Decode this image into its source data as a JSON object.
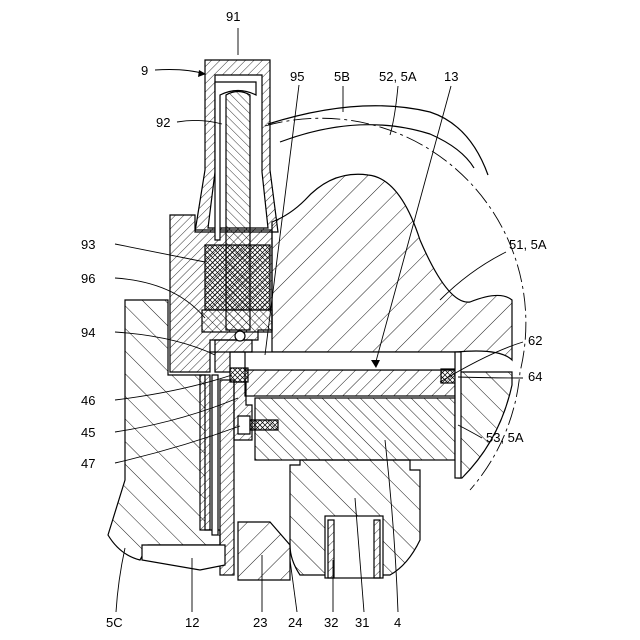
{
  "labels": {
    "l91": "91",
    "l9": "9",
    "l95": "95",
    "l5b": "5B",
    "l52": "52, 5A",
    "l13": "13",
    "l92": "92",
    "l51": "51, 5A",
    "l93": "93",
    "l96": "96",
    "l94": "94",
    "l62": "62",
    "l64": "64",
    "l46": "46",
    "l45": "45",
    "l53": "53, 5A",
    "l47": "47",
    "l5c": "5C",
    "l12": "12",
    "l23": "23",
    "l24": "24",
    "l32": "32",
    "l31": "31",
    "l4": "4"
  }
}
